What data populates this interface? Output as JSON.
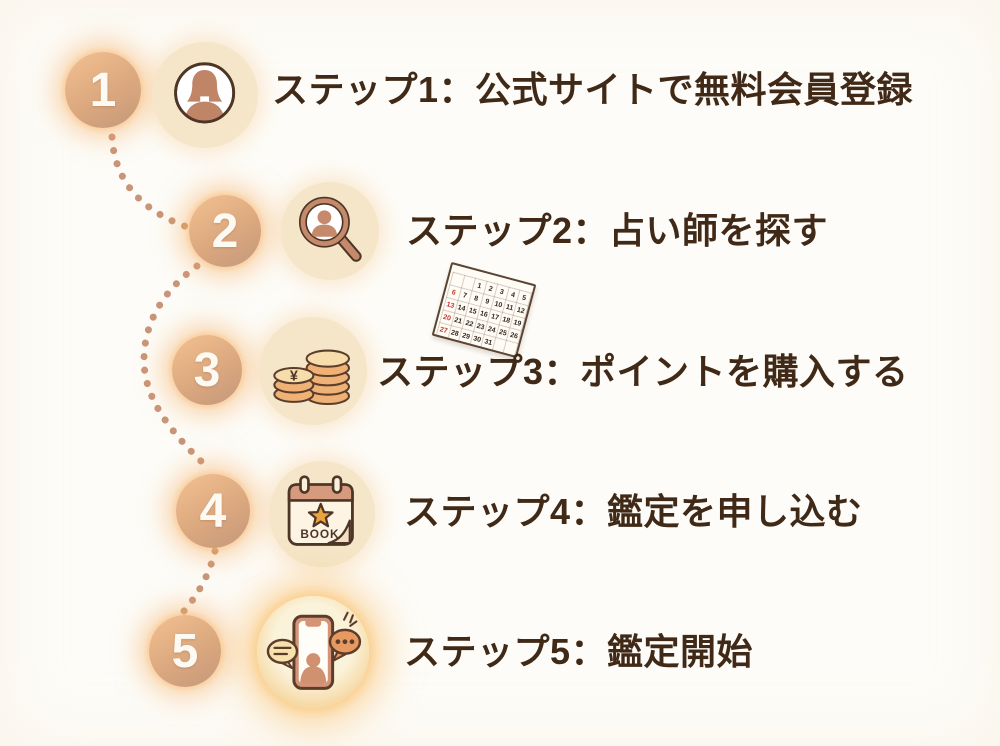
{
  "steps": [
    {
      "number": "1",
      "label": "ステップ1：公式サイトで無料会員登録",
      "icon": "person-icon"
    },
    {
      "number": "2",
      "label": "ステップ2：占い師を探す",
      "icon": "magnifier-person-icon"
    },
    {
      "number": "3",
      "label": "ステップ3：ポイントを購入する",
      "icon": "coins-icon",
      "icon_text": "¥"
    },
    {
      "number": "4",
      "label": "ステップ4：鑑定を申し込む",
      "icon": "booking-calendar-icon",
      "icon_text": "BOOK"
    },
    {
      "number": "5",
      "label": "ステップ5：鑑定開始",
      "icon": "phone-chat-icon"
    }
  ],
  "calendar": {
    "weeks": [
      [
        "",
        "",
        "1",
        "2",
        "3",
        "4",
        "5"
      ],
      [
        "6",
        "7",
        "8",
        "9",
        "10",
        "11",
        "12"
      ],
      [
        "13",
        "14",
        "15",
        "16",
        "17",
        "18",
        "19"
      ],
      [
        "20",
        "21",
        "22",
        "23",
        "24",
        "25",
        "26"
      ],
      [
        "27",
        "28",
        "29",
        "30",
        "31",
        "",
        ""
      ]
    ],
    "sunday_color": "#c0392b"
  },
  "colors": {
    "background": "#fdfcf8",
    "text": "#402a17",
    "badge_gradient_start": "#f0bd8f",
    "badge_gradient_end": "#c79a7b",
    "icon_circle_bg": "#f5e6c9",
    "glow": "#f8ac5c",
    "dotted_line": "#c99578",
    "outline_brown": "#4e3626",
    "fill_tan": "#c08467",
    "coin_orange": "#f0b176",
    "coin_top_cream": "#f6ddab",
    "star_gold": "#eaa33e",
    "bubble_cream": "#f7e2ae",
    "bubble_orange": "#e69a62",
    "calendar_red": "#c0392b"
  }
}
